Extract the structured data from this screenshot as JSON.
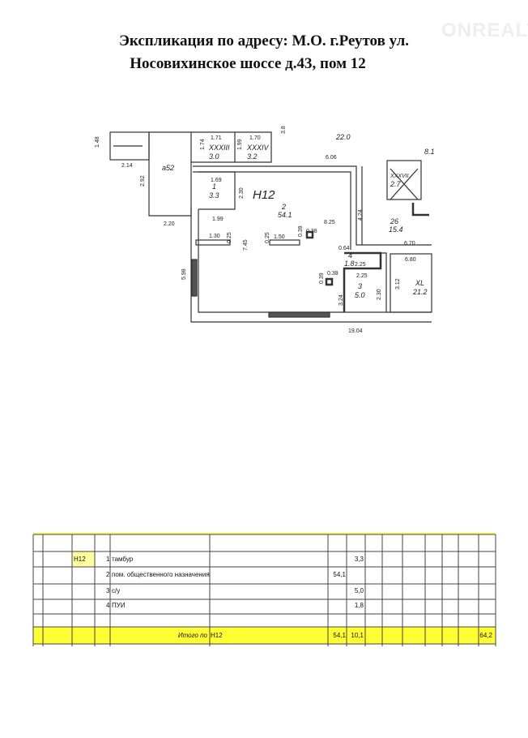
{
  "document": {
    "title_line1": "Экспликация по адресу: М.О. г.Реутов ул.",
    "title_line2": "Носовихинское шоссе д.43, пом 12",
    "watermark": "ONREALT"
  },
  "plan": {
    "unit_label": "Н12",
    "rooms": [
      {
        "num": "1",
        "area": "3.3"
      },
      {
        "num": "2",
        "area": "54.1"
      },
      {
        "num": "3",
        "area": "5.0"
      },
      {
        "num": "4",
        "area": "1.8"
      }
    ],
    "neighbors": {
      "a52": "а52",
      "xxxiii": "XXXIII",
      "xxxiii_area": "3.0",
      "xxxiv": "XXXIV",
      "xxxiv_area": "3.2",
      "r22": "22.0",
      "r26": "26",
      "r26_area": "15.4",
      "xxxvii": "XXXVII",
      "xxxvii_area": "2.7",
      "xl": "XL",
      "xl_area": "21.2",
      "r8": "8.1"
    },
    "dims": [
      "1.48",
      "2.14",
      "2.92",
      "2.20",
      "1.71",
      "1.74",
      "1.70",
      "1.99",
      "3.8",
      "6.06",
      "1.69",
      "2.30",
      "1.99",
      "1.30",
      "0.25",
      "0.25",
      "1.50",
      "0.39",
      "0.38",
      "8.25",
      "4.24",
      "6.70",
      "0.64",
      "2.25",
      "2.25",
      "6.80",
      "3.12",
      "0.39",
      "0.38",
      "3.24",
      "2.30",
      "5.98",
      "7.45",
      "19.04"
    ]
  },
  "table": {
    "rows": [
      {
        "unit": "Н12",
        "num": "1",
        "name": "тамбур",
        "main": "",
        "aux": "3,3",
        "total": ""
      },
      {
        "unit": "",
        "num": "2",
        "name": "пом. общественного назначения",
        "main": "54,1",
        "aux": "",
        "total": ""
      },
      {
        "unit": "",
        "num": "3",
        "name": "с/у",
        "main": "",
        "aux": "5,0",
        "total": ""
      },
      {
        "unit": "",
        "num": "4",
        "name": "ПУИ",
        "main": "",
        "aux": "1,8",
        "total": ""
      }
    ],
    "total": {
      "label": "Итого по",
      "unit": "Н12",
      "main": "54,1",
      "aux": "10,1",
      "total": "64,2"
    },
    "highlight_color": "#ffff33"
  }
}
